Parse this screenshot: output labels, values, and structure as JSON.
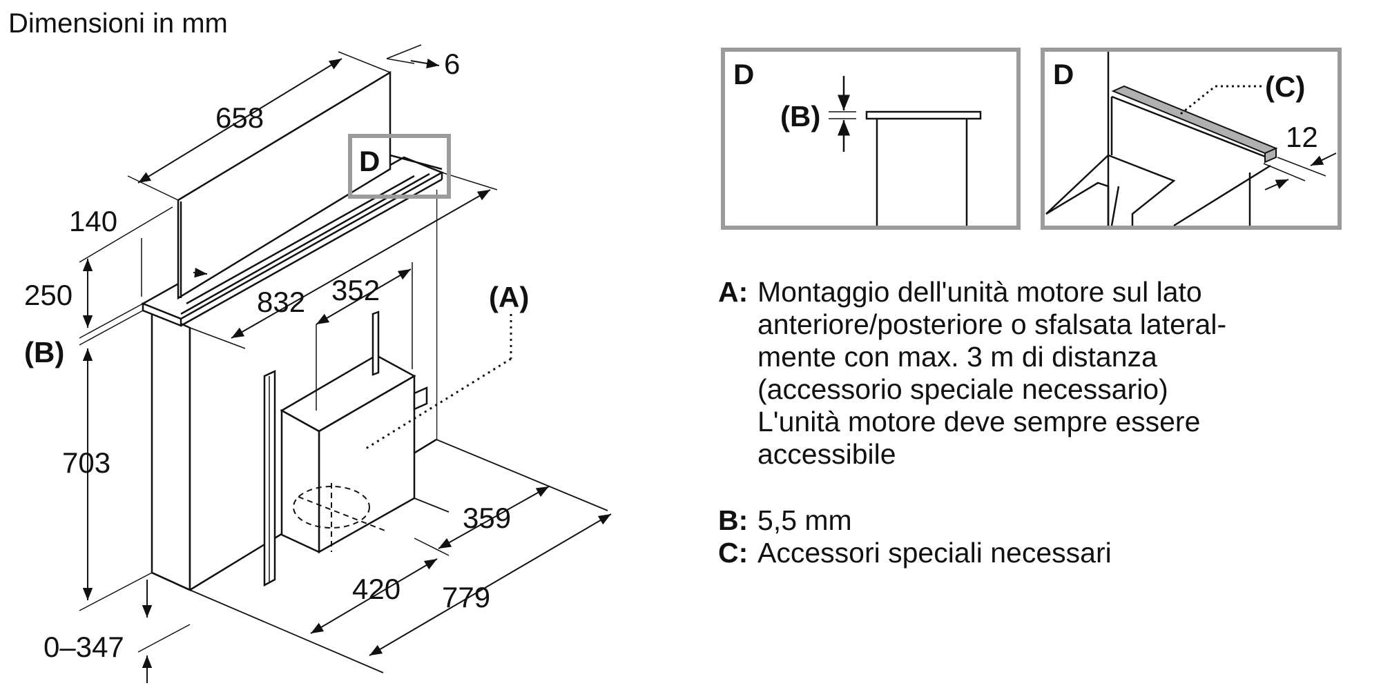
{
  "title": "Dimensioni in mm",
  "dimensions": {
    "d658": "658",
    "d6": "6",
    "d140": "140",
    "d250": "250",
    "d832": "832",
    "d352": "352",
    "d703": "703",
    "d359": "359",
    "d420": "420",
    "d779": "779",
    "d0_347": "0–347",
    "d12": "12"
  },
  "labels": {
    "A": "(A)",
    "B": "(B)",
    "B_detail": "(B)",
    "C": "(C)",
    "D_main": "D",
    "D_detail1": "D",
    "D_detail2": "D"
  },
  "legend": [
    {
      "key": "A:",
      "text": "Montaggio dell'unità motore sul lato\nanteriore/posteriore o sfalsata lateral-\nmente con max. 3 m di distanza\n(accessorio speciale necessario)\nL'unità motore deve sempre essere\naccessibile"
    },
    {
      "key": "B:",
      "text": "5,5 mm"
    },
    {
      "key": "C:",
      "text": "Accessori speciali necessari"
    }
  ],
  "colors": {
    "line": "#111111",
    "frame": "#9b9b9b",
    "bar": "#b0b0b0"
  }
}
